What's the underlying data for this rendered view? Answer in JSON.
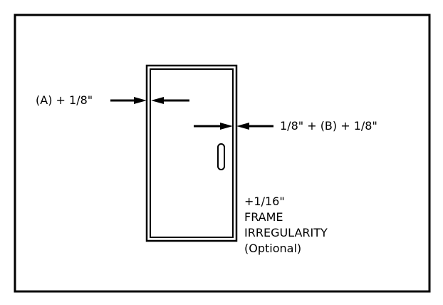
{
  "labels": {
    "left_dimension": "(A) + 1/8\"",
    "right_dimension": "1/8\" + (B) + 1/8\"",
    "note_line_1": "+1/16\"",
    "note_line_2": "FRAME",
    "note_line_3": "IRREGULARITY",
    "note_line_4": "(Optional)"
  },
  "colors": {
    "line": "#000000",
    "background": "#ffffff"
  }
}
